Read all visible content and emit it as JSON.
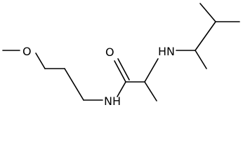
{
  "molecule": {
    "atoms": {
      "ether_oxygen": "O",
      "carbonyl_oxygen": "O",
      "amide_nitrogen": "NH",
      "amine_nitrogen": "HN"
    }
  }
}
